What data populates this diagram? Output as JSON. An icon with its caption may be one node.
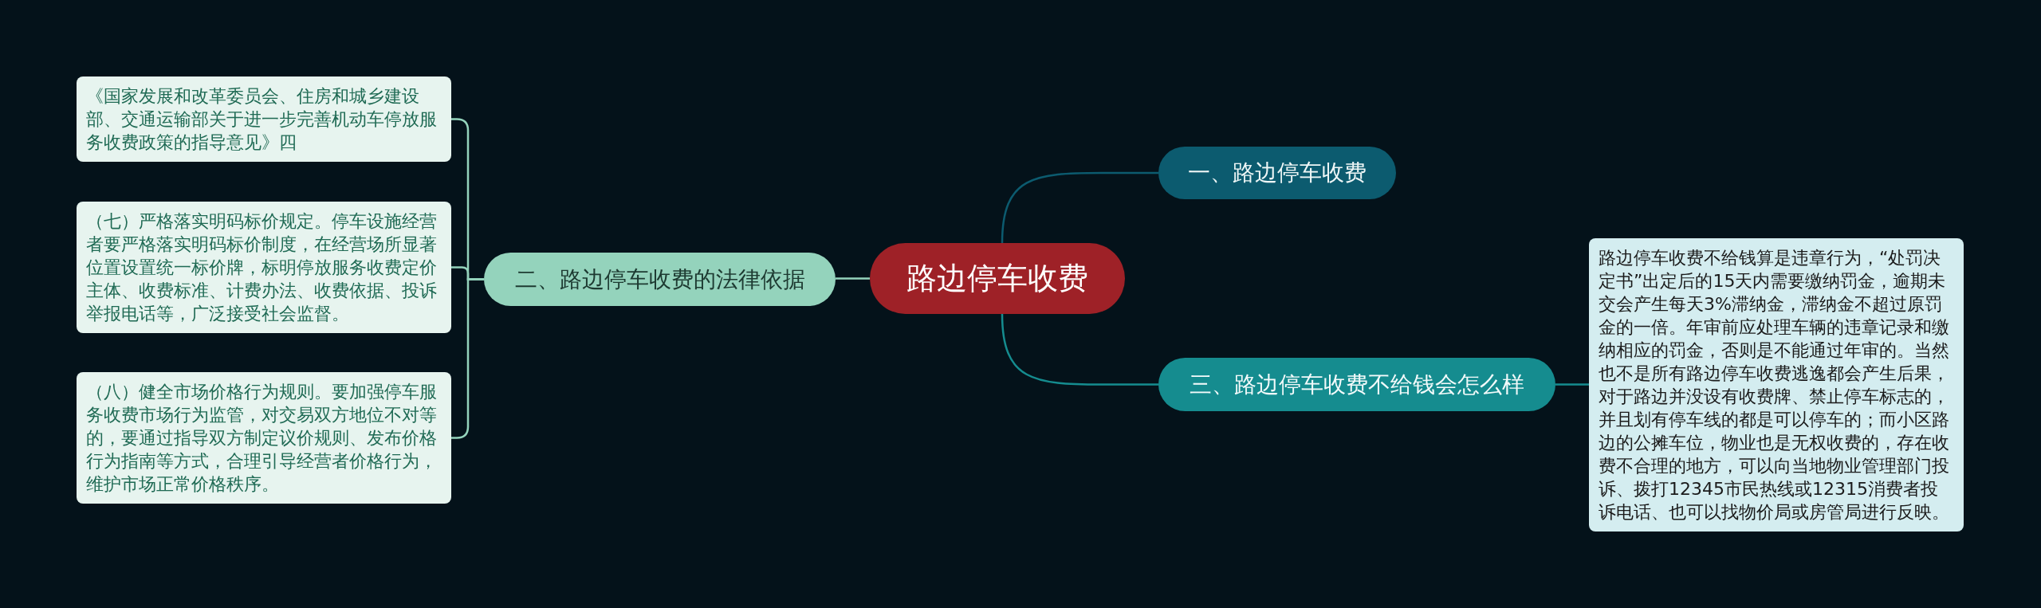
{
  "diagram": {
    "nodes": [
      {
        "text": [
          "路边停车收费"
        ]
      },
      {
        "text": [
          "一、路边停车收费"
        ]
      },
      {
        "text": [
          "二、路边停车收费的法律依据"
        ]
      },
      {
        "text": [
          "三、路边停车收费不给钱会怎么样"
        ]
      },
      {
        "text": [
          "《国家发展和改革委员会、住房和城乡建设部、交通运输部关于进一步完善机动车停放服务收费政策的指导意见》四"
        ]
      },
      {
        "text": [
          "（七）严格落实明码标价规定。停车设施经营者要严格落实明码标价制度，在经营场所显著位置设置统一标价牌，标明停放服务收费定价主体、收费标准、计费办法、收费依据、投诉举报电话等，广泛接受社会监督。"
        ]
      },
      {
        "text": [
          "（八）健全市场价格行为规则。要加强停车服务收费市场行为监管，对交易双方地位不对等的，要通过指导双方制定议价规则、发布价格行为指南等方式，合理引导经营者价格行为，维护市场正常价格秩序。"
        ]
      },
      {
        "text": [
          "路边停车收费不给钱算是违章行为，“处罚决定书”出定后的15天内需要缴纳罚金，逾期未交会产生每天3%滞纳金，滞纳金不超过原罚金的一倍。年审前应处理车辆的违章记录和缴纳相应的罚金，否则是不能通过年审的。当然也不是所有路边停车收费逃逸都会产生后果，对于路边并没设有收费牌、禁止停车标志的，并且划有停车线的都是可以停车的；而小区路边的公摊车位，物业也是无权收费的，存在收费不合理的地方，可以向当地物业管理部门投诉、拨打12345市民热线或12315消费者投诉电话、也可以找物价局或房管局进行反映。"
        ]
      }
    ],
    "edges": [
      {
        "from": 0,
        "to": 1,
        "arrow": "none",
        "color": "#0c5b6f"
      },
      {
        "from": 0,
        "to": 2,
        "arrow": "none"
      },
      {
        "from": 0,
        "to": 3,
        "arrow": "none",
        "color": "#158c8f"
      },
      {
        "from": 2,
        "to": 4,
        "arrow": "none"
      },
      {
        "from": 2,
        "to": 5,
        "arrow": "none"
      },
      {
        "from": 2,
        "to": 6,
        "arrow": "none"
      },
      {
        "from": 3,
        "to": 7,
        "arrow": "none",
        "color": "#158c8f"
      }
    ]
  }
}
